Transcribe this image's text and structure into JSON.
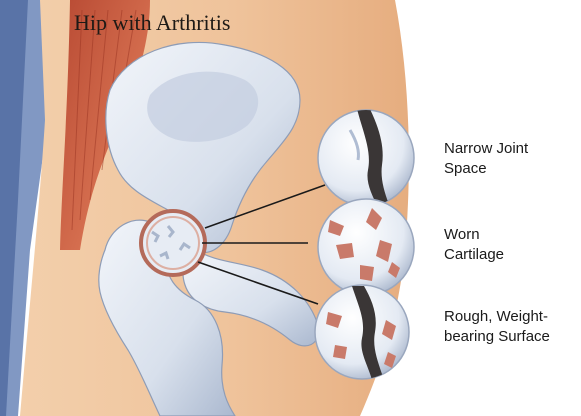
{
  "illustration": {
    "title": "Hip with Arthritis",
    "callouts": [
      {
        "id": "narrow",
        "lines": [
          "Narrow Joint",
          "Space"
        ],
        "icon": "narrow-joint-space-icon"
      },
      {
        "id": "worn",
        "lines": [
          "Worn",
          "Cartilage"
        ],
        "icon": "worn-cartilage-icon"
      },
      {
        "id": "rough",
        "lines": [
          "Rough, Weight-",
          "bearing Surface"
        ],
        "icon": "rough-surface-icon"
      }
    ]
  },
  "colors": {
    "skin": "#efc9a3",
    "skin_dark": "#e2a877",
    "backdrop": "#6b86b8",
    "muscle": "#c9563c",
    "bone": "#dfe6f0",
    "bone_shadow": "#a9b6cc",
    "cartilage_worn": "#c97a6a",
    "joint_gap": "#3a3636",
    "leader": "#1a1a1a"
  }
}
